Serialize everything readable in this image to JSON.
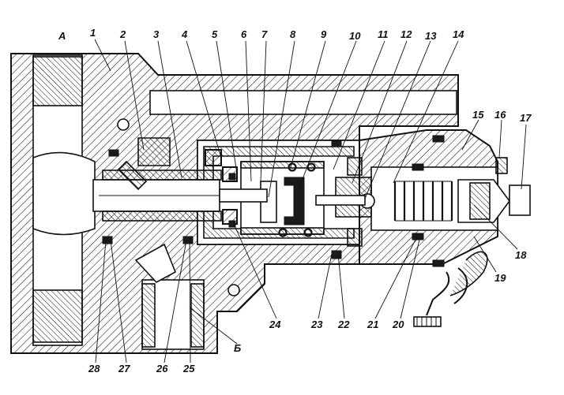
{
  "labels": {
    "A": "А",
    "B": "Б",
    "n1": "1",
    "n2": "2",
    "n3": "3",
    "n4": "4",
    "n5": "5",
    "n6": "6",
    "n7": "7",
    "n8": "8",
    "n9": "9",
    "n10": "10",
    "n11": "11",
    "n12": "12",
    "n13": "13",
    "n14": "14",
    "n15": "15",
    "n16": "16",
    "n17": "17",
    "n18": "18",
    "n19": "19",
    "n20": "20",
    "n21": "21",
    "n22": "22",
    "n23": "23",
    "n24": "24",
    "n25": "25",
    "n26": "26",
    "n27": "27",
    "n28": "28"
  }
}
